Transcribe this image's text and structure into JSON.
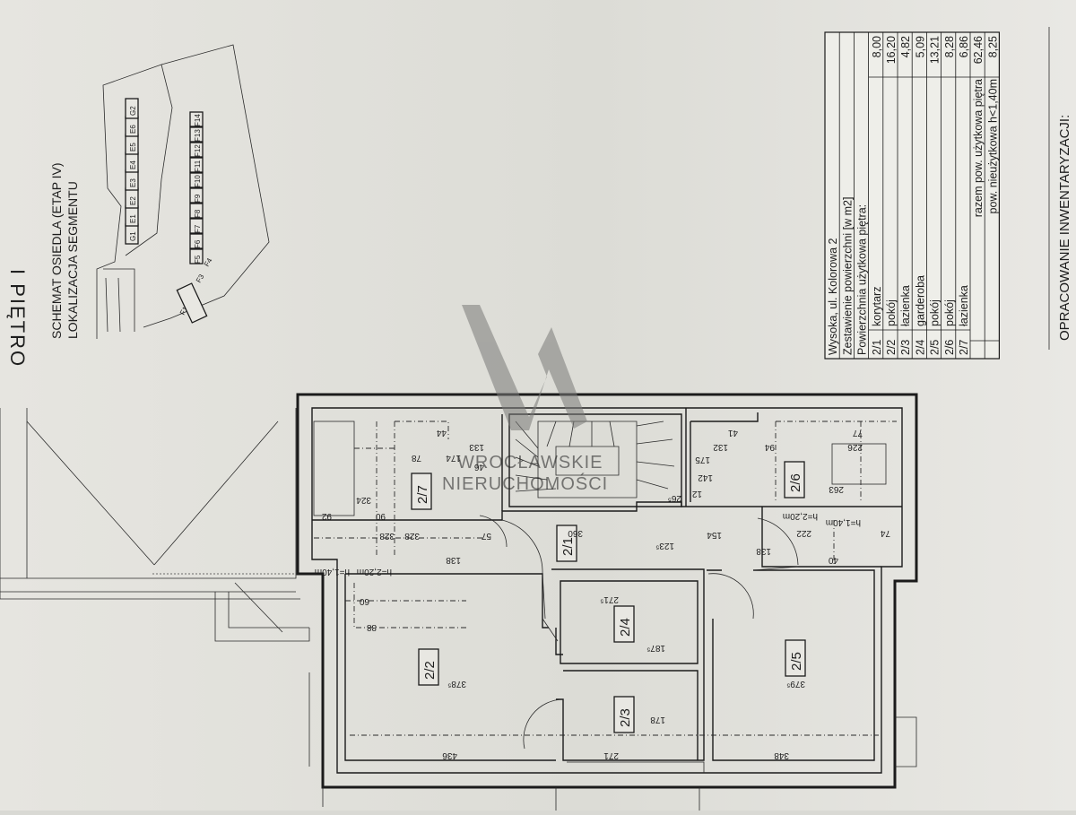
{
  "drawing": {
    "floor_label": "I PIĘTRO",
    "scheme_title": "SCHEMAT OSIEDLA (ETAP IV)",
    "scheme_subtitle": "LOKALIZACJA SEGMENTU",
    "watermark_text_1": "WROCŁAWSKIE",
    "watermark_text_2": "NIERUCHOMOŚCI",
    "site_plan_labels_top": [
      "G1",
      "E1",
      "E2",
      "E3",
      "E4",
      "E5",
      "E6",
      "G2"
    ],
    "site_plan_labels_bottom": [
      "F5",
      "F6",
      "F7",
      "F8",
      "F9",
      "F10",
      "F11",
      "F12",
      "F13",
      "F14"
    ],
    "site_plan_labels_segment": [
      "F1",
      "F2",
      "F3",
      "F4"
    ],
    "rooms": [
      {
        "id": "2/1"
      },
      {
        "id": "2/2"
      },
      {
        "id": "2/3"
      },
      {
        "id": "2/4"
      },
      {
        "id": "2/5"
      },
      {
        "id": "2/6"
      },
      {
        "id": "2/7"
      }
    ],
    "dimensions": [
      "436",
      "271",
      "348",
      "378⁵",
      "178",
      "187⁵",
      "271⁵",
      "379⁵",
      "88",
      "60",
      "138",
      "360",
      "123⁵",
      "57",
      "154",
      "138",
      "222",
      "74",
      "40",
      "328",
      "328",
      "90",
      "324",
      "92",
      "78",
      "44",
      "133",
      "174",
      "46",
      "26⁵",
      "41",
      "132",
      "94",
      "77",
      "226",
      "175",
      "142",
      "12",
      "263",
      "h=1,40m",
      "h=2,20m",
      "h=2,20m",
      "h=1,40m"
    ],
    "outside_label": "OPRACOWANIE INWENTARYZACJI:"
  },
  "summary_table": {
    "address": "Wysoka, ul. Kolorowa 2",
    "heading": "Zestawienie powierzchni [w m2]",
    "subheading": "Powierzchnia użytkowa piętra:",
    "rows": [
      {
        "no": "2/1",
        "name": "korytarz",
        "area": "8,00"
      },
      {
        "no": "2/2",
        "name": "pokój",
        "area": "16,20"
      },
      {
        "no": "2/3",
        "name": "łazienka",
        "area": "4,82"
      },
      {
        "no": "2/4",
        "name": "garderoba",
        "area": "5,09"
      },
      {
        "no": "2/5",
        "name": "pokój",
        "area": "13,21"
      },
      {
        "no": "2/6",
        "name": "pokój",
        "area": "8,28"
      },
      {
        "no": "2/7",
        "name": "łazienka",
        "area": "6,86"
      }
    ],
    "total_label": "razem pow. użytkowa piętra",
    "total_value": "62,46",
    "extra_label": "pow. nieużytkowa h<1,40m",
    "extra_value": "8,25"
  }
}
